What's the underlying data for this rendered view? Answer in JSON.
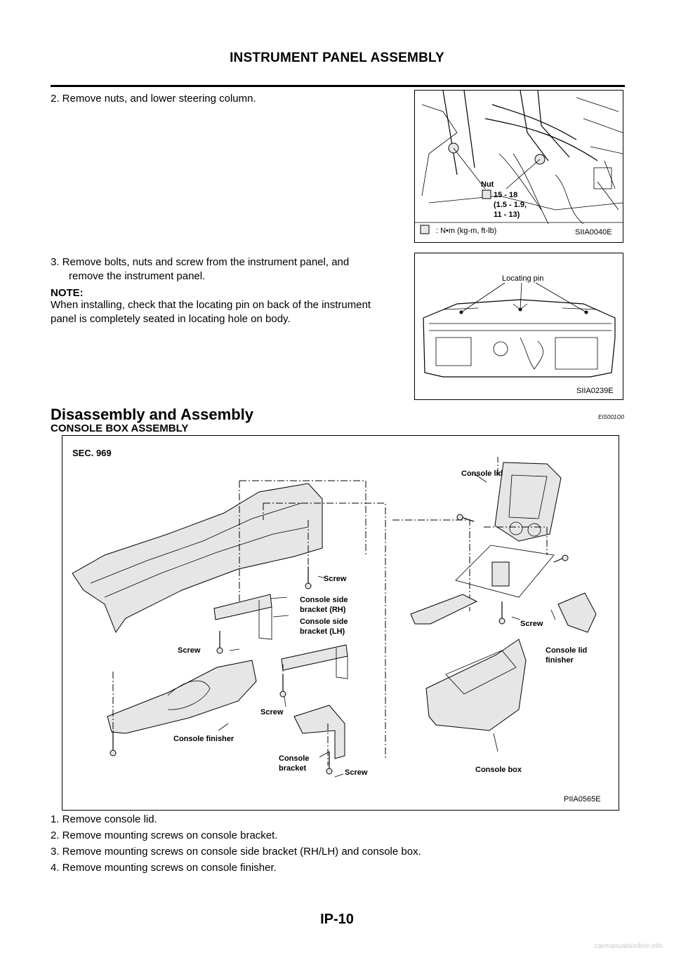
{
  "header": {
    "title": "INSTRUMENT PANEL ASSEMBLY"
  },
  "steps_top": [
    {
      "text": "2.   Remove nuts, and lower steering column."
    },
    {
      "text": "3.   Remove bolts, nuts and screw from the instrument panel, and",
      "cont": "remove the instrument panel."
    }
  ],
  "note": {
    "label": "NOTE:",
    "text_line1": "When installing, check that the locating pin on back of the instrument",
    "text_line2": "panel is completely seated in locating hole on body."
  },
  "figure1": {
    "id": "SIIA0040E",
    "labels": {
      "nut": "Nut",
      "torque1": "15 - 18",
      "torque2": "(1.5 - 1.9,",
      "torque3": "11 - 13)",
      "unit": ": N•m (kg-m, ft-lb)"
    }
  },
  "figure2": {
    "id": "SIIA0239E",
    "labels": {
      "locating_pin": "Locating pin"
    }
  },
  "section": {
    "title": "Disassembly and Assembly",
    "code": "EIS001O0"
  },
  "subsection": {
    "title": "CONSOLE BOX ASSEMBLY"
  },
  "figure3": {
    "id": "PIIA0565E",
    "labels": {
      "sec": "SEC. 969",
      "console_lid": "Console lid",
      "screw_a": "Screw",
      "side_bracket_rh_1": "Console side",
      "side_bracket_rh_2": "bracket (RH)",
      "side_bracket_lh_1": "Console side",
      "side_bracket_lh_2": "bracket (LH)",
      "screw_b": "Screw",
      "screw_c": "Screw",
      "lid_finisher_1": "Console lid",
      "lid_finisher_2": "finisher",
      "screw_d": "Screw",
      "console_finisher": "Console finisher",
      "console_bracket_1": "Console",
      "console_bracket_2": "bracket",
      "screw_e": "Screw",
      "console_box": "Console box"
    }
  },
  "steps_bottom": [
    {
      "text": "1.   Remove console lid."
    },
    {
      "text": "2.   Remove mounting screws on console bracket."
    },
    {
      "text": "3.   Remove mounting screws on console side bracket (RH/LH) and console box."
    },
    {
      "text": "4.   Remove mounting screws on console finisher."
    }
  ],
  "footer": {
    "page": "IP-10",
    "site": "carmanualsonline.info"
  }
}
